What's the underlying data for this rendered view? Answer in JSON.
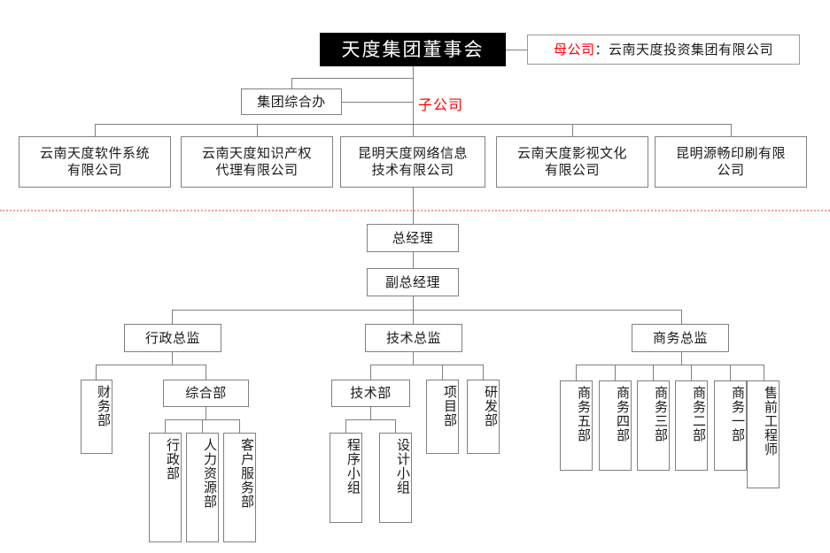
{
  "meta": {
    "title": "天度集团组织架构图",
    "accent_red": "#ff0000",
    "box_border": "#808080",
    "root_bg": "#000000"
  },
  "root": {
    "label": "天度集团董事会"
  },
  "notes": {
    "parent_company_tag": "母公司",
    "parent_company_sep": "：",
    "parent_company_name": "云南天度投资集团有限公司",
    "subsidiary_tag": "子公司"
  },
  "group_office": {
    "label": "集团综合办"
  },
  "subsidiaries": [
    {
      "label": "云南天度软件系统\n有限公司"
    },
    {
      "label": "云南天度知识产权\n代理有限公司"
    },
    {
      "label": "昆明天度网络信息\n技术有限公司"
    },
    {
      "label": "云南天度影视文化\n有限公司"
    },
    {
      "label": "昆明源畅印刷有限\n公司"
    }
  ],
  "management": {
    "general_manager": "总经理",
    "deputy_general_manager": "副总经理"
  },
  "directors": [
    {
      "label": "行政总监"
    },
    {
      "label": "技术总监"
    },
    {
      "label": "商务总监"
    }
  ],
  "admin_branch": {
    "finance": "财务部",
    "general_dept": "综合部",
    "general_dept_children": [
      {
        "label": "行政部"
      },
      {
        "label": "人力资源部"
      },
      {
        "label": "客户服务部"
      }
    ]
  },
  "tech_branch": {
    "tech_dept": "技术部",
    "tech_dept_children": [
      {
        "label": "程序小组"
      },
      {
        "label": "设计小组"
      }
    ],
    "siblings": [
      {
        "label": "项目部"
      },
      {
        "label": "研发部"
      }
    ]
  },
  "business_branch": {
    "units": [
      {
        "label": "商务五部"
      },
      {
        "label": "商务四部"
      },
      {
        "label": "商务三部"
      },
      {
        "label": "商务二部"
      },
      {
        "label": "商务一部"
      },
      {
        "label": "售前工程师"
      }
    ]
  }
}
